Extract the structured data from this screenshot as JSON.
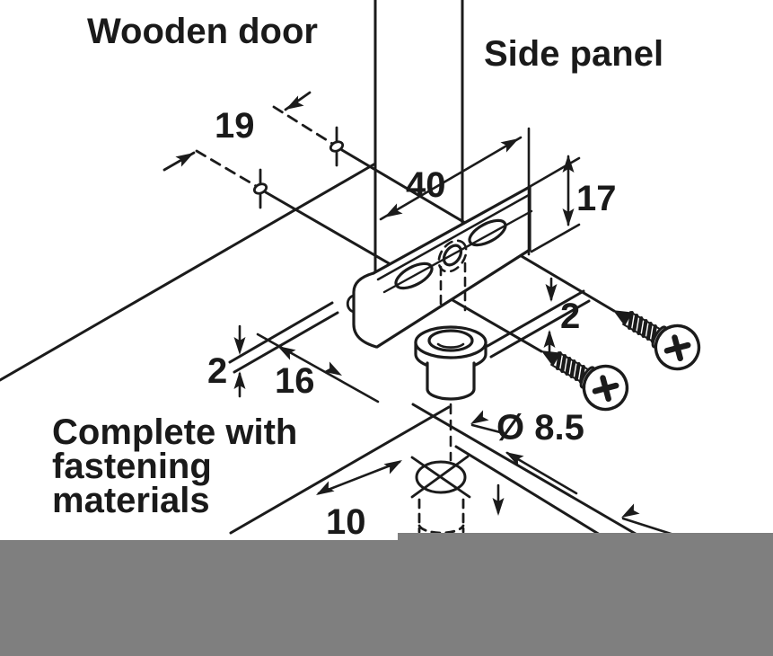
{
  "labels": {
    "wooden_door": "Wooden door",
    "side_panel": "Side panel",
    "complete": {
      "line1": "Complete with",
      "line2": "fastening",
      "line3": "materials"
    }
  },
  "dimensions": {
    "hole_spacing": "19",
    "bracket_length": "40",
    "bracket_height": "17",
    "plate_thickness": "2",
    "flange_thickness": "2",
    "flange_depth": "16",
    "edge_distance": "10",
    "drill_diameter": "Ø 8.5"
  },
  "colors": {
    "line": "#1b1b1b",
    "gray_bar": "#7f7f7f",
    "background": "#ffffff"
  }
}
